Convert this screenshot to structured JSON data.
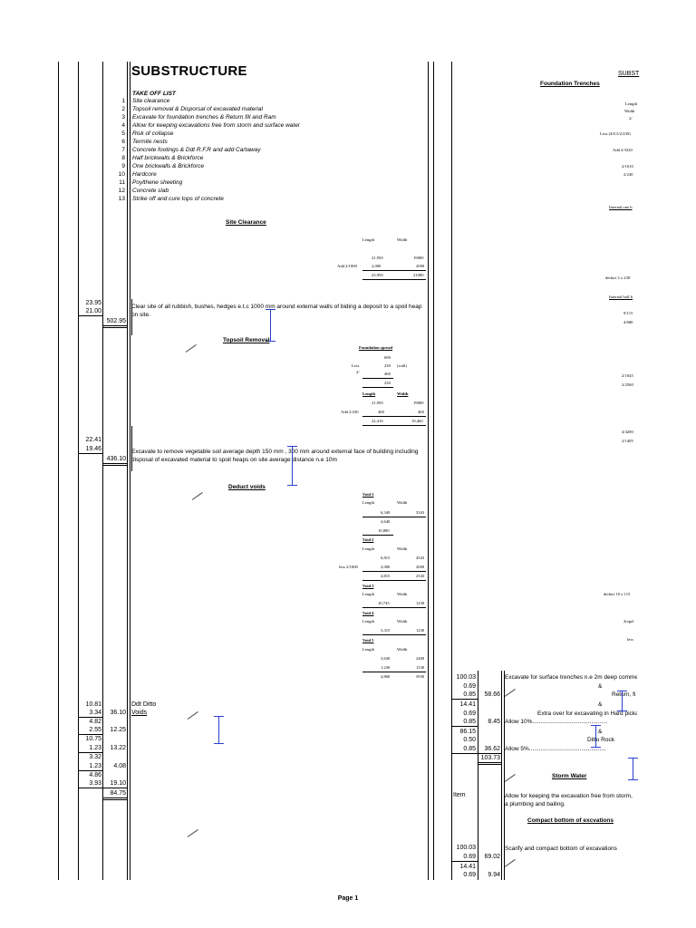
{
  "header": {
    "title": "SUBSTRUCTURE",
    "right_title": "SUBST",
    "page_label": "Page 1"
  },
  "takeoff": {
    "heading": "TAKE OFF LIST",
    "items": [
      {
        "no": "1",
        "text": "Site clearance"
      },
      {
        "no": "2",
        "text": "Topsoil removal & Disporsal of excavated material"
      },
      {
        "no": "3",
        "text": "Excavate for foundation trenches & Return fill and Ram"
      },
      {
        "no": "4",
        "text": "Allow for keeping excavations free from storm and surface water"
      },
      {
        "no": "5",
        "text": "Risk of collapse"
      },
      {
        "no": "6",
        "text": "Termite nests"
      },
      {
        "no": "7",
        "text": "Concrete footings & Ddt R.F.R and add Cartaway"
      },
      {
        "no": "8",
        "text": "Half brickwalls & Brickforce"
      },
      {
        "no": "9",
        "text": "One brickwalls & Brickforce"
      },
      {
        "no": "10",
        "text": "Hardcore"
      },
      {
        "no": "11",
        "text": "Poylthene sheeting"
      },
      {
        "no": "12",
        "text": "Concrete slab"
      },
      {
        "no": "13",
        "text": "Strike off and cure tops of concrete"
      }
    ]
  },
  "site_clearance": {
    "heading": "Site Clearance",
    "calc": {
      "length_label": "Length",
      "width_label": "Width",
      "l1": "21,950",
      "w1": "19800",
      "add_label": "Add 2/1000",
      "l2": "2,000",
      "w2": "2000",
      "l3": "23,950",
      "w3": "21000"
    },
    "dims": [
      "23.95",
      "21.00"
    ],
    "result": "502.95",
    "desc": "Clear site of all rubbish, bushes, hedges e.t.c 1000 mm around external walls of biding a deposit to a spoil heap on site."
  },
  "topsoil": {
    "heading": "Topsoil Removal",
    "calc": {
      "fs_label": "Foundation spread",
      "fs1": "690",
      "less_label": "Less",
      "less_val": "230",
      "wall_label": "(wall)",
      "two": "2/",
      "v460": "460",
      "v230": "230",
      "length_label": "Length",
      "width_label": "Width",
      "l1": "21,950",
      "w1": "19800",
      "add_label": "Add 2/230",
      "l2": "460",
      "w2": "460",
      "l3": "22,410",
      "w3": "19,460"
    },
    "dims": [
      "22.41",
      "19.46"
    ],
    "result": "436.10",
    "desc": "Excavate to remove vegetable soil average depth 150 mm , 300 mm around external face of building including disposal of excavated material to spoil heaps on site average distance n.e 10m"
  },
  "deduct_voids": {
    "heading": "Deduct voids",
    "voids": [
      {
        "label": "Void 1",
        "length_label": "Length",
        "width_label": "Width",
        "rows": [
          [
            "6,340",
            "3343"
          ],
          [
            "4,640",
            ""
          ],
          [
            "10,880",
            ""
          ]
        ]
      },
      {
        "label": "Void 2",
        "length_label": "Length",
        "width_label": "Width",
        "less_label": "less 2/1000",
        "rows": [
          [
            "6,815",
            "4543"
          ],
          [
            "2,000",
            "2000"
          ],
          [
            "4,815",
            "2543"
          ]
        ]
      },
      {
        "label": "Void 3",
        "length_label": "Length",
        "width_label": "Width",
        "rows": [
          [
            "10,745",
            "1230"
          ]
        ]
      },
      {
        "label": "Void 4",
        "length_label": "Length",
        "width_label": "Width",
        "rows": [
          [
            "3,315",
            "1230"
          ]
        ]
      },
      {
        "label": "Void 5",
        "length_label": "Length",
        "width_label": "Width",
        "rows": [
          [
            "3,630",
            "2400"
          ],
          [
            "1,230",
            "1530"
          ],
          [
            "4,860",
            "3930"
          ]
        ]
      }
    ],
    "dims": [
      "10.81",
      "3.34",
      "4.82",
      "2.55",
      "10.75",
      "1.23",
      "3.32",
      "1.23",
      "4.86",
      "3.93"
    ],
    "subtotals": [
      "36.10",
      "12.25",
      "13.22",
      "4.08",
      "19.10"
    ],
    "total": "84.75",
    "ddt_label": "Ddt Ditto",
    "voids_label": "Voids"
  },
  "right": {
    "foundation_heading": "Foundation Trenches",
    "notes": [
      "Length",
      "Width",
      "2/",
      "Less (4/0.5/2/230)",
      "Add 2/3320",
      "2/1610",
      "2/230",
      "Internal one b",
      "deduct 3 x 230",
      "Internal half b",
      "9/115",
      "4/680",
      "2/1045",
      "2/2560",
      "4/4200",
      "2/1405",
      "deduct 10 x 115",
      "2togel",
      "less"
    ],
    "excavate": {
      "dims": [
        "100.03",
        "0.69",
        "0.85",
        "14.41",
        "0.69",
        "0.85",
        "86.15",
        "0.50",
        "0.85"
      ],
      "subtotals": [
        "58.66",
        "8.45",
        "36.62"
      ],
      "total": "103.73",
      "desc1": "Excavate for surface trenches n.e 2m deep comme",
      "amp1": "&",
      "return": "Return, fi",
      "amp2": "&",
      "extra": "Extra over for excavating in Hard picka",
      "allow10": "Allow 10%..............................................",
      "amp3": "&",
      "ditto_rock": "Ditto Rock",
      "allow5": "Allow 5%..............................................."
    },
    "storm": {
      "heading": "Storm Water",
      "item": "Item",
      "desc": "Allow for keeping the excavation free from storm, a plumbing and bailing."
    },
    "compact": {
      "heading": "Compact bottom of excvations",
      "dims": [
        "100.03",
        "0.69",
        "14.41",
        "0.69"
      ],
      "subtotals": [
        "69.02",
        "9.94"
      ],
      "desc": "Scarify and compact bottom of excavations"
    }
  }
}
